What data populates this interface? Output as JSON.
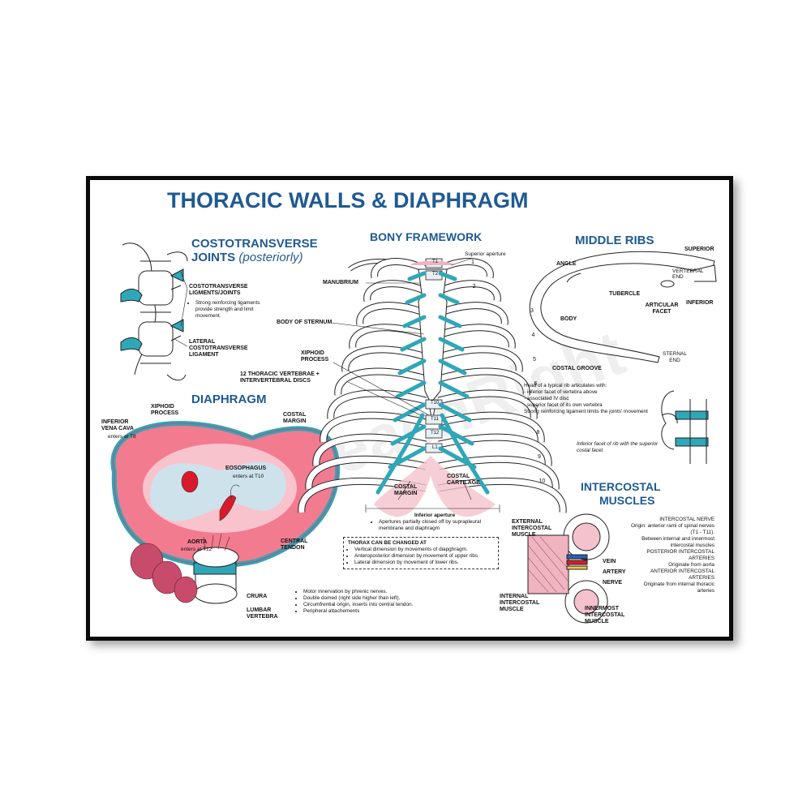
{
  "title": "THORACIC WALLS & DIAPHRAGM",
  "watermark": "ReachRight",
  "colors": {
    "heading": "#1f5a92",
    "teal": "#2fa7b8",
    "pink": "#f0708a",
    "red": "#d91a2a",
    "ice": "#c9e6ef"
  },
  "costotransverse": {
    "heading_line1": "COSTOTRANSVERSE",
    "heading_line2": "JOINTS",
    "heading_note": "(posteriorly)",
    "label1": "COSTOTRANSVERSE LIGMENTS/JOINTS",
    "note1": "Strong reinforcing ligaments provide strength and limit movement.",
    "label2": "LATERAL COSTOTRANSVERSE LIGAMENT"
  },
  "bony": {
    "heading": "BONY FRAMEWORK",
    "superior_aperture": "Superior aperture",
    "manubrium": "MANUBRIUM",
    "body_sternum": "BODY OF STERNUM",
    "xiphoid": "XIPHOID PROCESS",
    "vertebrae": "12 THORACIC VERTEBRAE + INTERVERTEBRAL DISCS",
    "costal_margin": "COSTAL MARGIN",
    "costal_cartilage": "COSTAL CARTILAGE",
    "inferior_aperture": "Inferior aperture",
    "vert_labels": [
      "T1",
      "T2",
      "T10",
      "T11",
      "T12",
      "L1"
    ],
    "rib_numbers": [
      "1",
      "2",
      "3",
      "4",
      "5",
      "6",
      "7",
      "8",
      "9",
      "10"
    ],
    "aperture_note": "Apertures partially closed off by suprapleural membrane and diaphragm"
  },
  "thorax_box": {
    "heading": "THORAX CAN BE CHANGED AT",
    "items": [
      "Vertical dimension by movements of diapghragm.",
      "Anteroposterior dimension by movement of upper ribs",
      "Lateral dimension by movement of lower ribs."
    ]
  },
  "diaphragm": {
    "heading": "DIAPHRAGM",
    "xiphoid": "XIPHOID PROCESS",
    "ivc": "INFERIOR VENA CAVA",
    "ivc_note": "enters at T8",
    "costal_margin": "COSTAL MARGIN",
    "eso": "EOSOPHAGUS",
    "eso_note": "enters at T10",
    "aorta": "AORTA",
    "aorta_note": "enters at T12",
    "central_tendon": "CENTRAL TENDON",
    "crura": "CRURA",
    "lumbar": "LUMBAR VERTEBRA",
    "notes": [
      "Motor innervation by phrenic nerves.",
      "Double domed (right side higher than left).",
      "Circumfrential origin, inserts into central tendon.",
      "Peripheral attachements"
    ]
  },
  "middle_ribs": {
    "heading": "MIDDLE RIBS",
    "superior": "SUPERIOR",
    "angle": "ANGLE",
    "vertebral_end": "VERTEBRAL END",
    "tubercle": "TUBERCLE",
    "articular_facet": "ARTICULAR FACET",
    "inferior": "INFERIOR",
    "body": "BODY",
    "costal_groove": "COSTAL GROOVE",
    "sternal_end": "STERNAL END",
    "notes": [
      "Head of a typical rib articulates with:",
      "- inferior facet of vertebra above",
      "- associated IV disc",
      "- superior facet of its own vertebra",
      "Strong reinforcing ligament limits the joints' movement"
    ],
    "facet_note": "Inferior facet of rib with the superior costal facet"
  },
  "intercostal": {
    "heading_line1": "INTERCOSTAL",
    "heading_line2": "MUSCLES",
    "external": "EXTERNAL INTERCOSTAL MUSCLE",
    "internal": "INTERNAL INTERCOSTAL MUSCLE",
    "innermost": "INNERMOST INTERCOSTAL MUSCLE",
    "vein": "VEIN",
    "artery": "ARTERY",
    "nerve": "NERVE",
    "nerve_heading": "INTERCOSTAL NERVE",
    "nerve_items": [
      "Origin: anterior rami of spinal nerves (T1 - T11).",
      "Between internal and innermost intercostal muscles"
    ],
    "post_heading": "POSTERIOR INTERCOSTAL ARTERIES",
    "post_items": [
      "Originate from aorta"
    ],
    "ant_heading": "ANTERIOR INTERCOSTAL ARTERIES",
    "ant_items": [
      "Originate from internal thoracic arteries"
    ]
  }
}
